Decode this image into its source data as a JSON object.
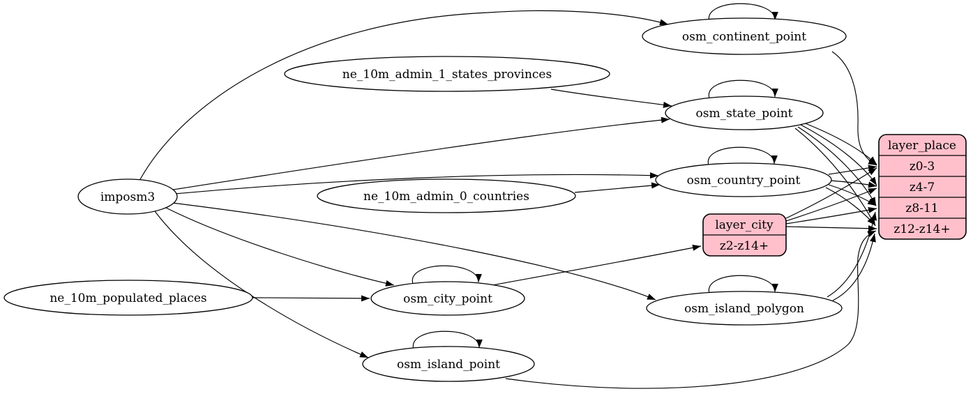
{
  "colors": {
    "background": "#ffffff",
    "node_fill": "#ffffff",
    "node_stroke": "#000000",
    "record_fill": "#ffc0cb",
    "record_stroke": "#000000",
    "edge": "#000000",
    "text": "#000000"
  },
  "nodes": {
    "imposm3": {
      "label": "imposm3"
    },
    "ne_10m_admin_1_states_provinces": {
      "label": "ne_10m_admin_1_states_provinces"
    },
    "ne_10m_admin_0_countries": {
      "label": "ne_10m_admin_0_countries"
    },
    "ne_10m_populated_places": {
      "label": "ne_10m_populated_places"
    },
    "osm_continent_point": {
      "label": "osm_continent_point"
    },
    "osm_state_point": {
      "label": "osm_state_point"
    },
    "osm_country_point": {
      "label": "osm_country_point"
    },
    "osm_city_point": {
      "label": "osm_city_point"
    },
    "osm_island_point": {
      "label": "osm_island_point"
    },
    "osm_island_polygon": {
      "label": "osm_island_polygon"
    }
  },
  "records": {
    "layer_city": {
      "title": "layer_city",
      "fields": [
        "z2-z14+"
      ]
    },
    "layer_place": {
      "title": "layer_place",
      "fields": [
        "z0-3",
        "z4-7",
        "z8-11",
        "z12-z14+"
      ]
    }
  },
  "edges": [
    {
      "from": "imposm3",
      "to": "osm_continent_point"
    },
    {
      "from": "imposm3",
      "to": "osm_state_point"
    },
    {
      "from": "imposm3",
      "to": "osm_country_point"
    },
    {
      "from": "imposm3",
      "to": "osm_city_point"
    },
    {
      "from": "imposm3",
      "to": "osm_island_point"
    },
    {
      "from": "imposm3",
      "to": "osm_island_polygon"
    },
    {
      "from": "ne_10m_admin_1_states_provinces",
      "to": "osm_state_point"
    },
    {
      "from": "ne_10m_admin_0_countries",
      "to": "osm_country_point"
    },
    {
      "from": "ne_10m_populated_places",
      "to": "osm_city_point"
    },
    {
      "from": "osm_continent_point",
      "to": "osm_continent_point"
    },
    {
      "from": "osm_state_point",
      "to": "osm_state_point"
    },
    {
      "from": "osm_country_point",
      "to": "osm_country_point"
    },
    {
      "from": "osm_city_point",
      "to": "osm_city_point"
    },
    {
      "from": "osm_island_point",
      "to": "osm_island_point"
    },
    {
      "from": "osm_island_polygon",
      "to": "osm_island_polygon"
    },
    {
      "from": "osm_continent_point",
      "to": "layer_place",
      "field": "z0-3"
    },
    {
      "from": "osm_state_point",
      "to": "layer_place",
      "field": "z0-3"
    },
    {
      "from": "osm_state_point",
      "to": "layer_place",
      "field": "z4-7"
    },
    {
      "from": "osm_state_point",
      "to": "layer_place",
      "field": "z8-11"
    },
    {
      "from": "osm_state_point",
      "to": "layer_place",
      "field": "z12-z14+"
    },
    {
      "from": "osm_country_point",
      "to": "layer_place",
      "field": "z0-3"
    },
    {
      "from": "osm_country_point",
      "to": "layer_place",
      "field": "z4-7"
    },
    {
      "from": "osm_country_point",
      "to": "layer_place",
      "field": "z8-11"
    },
    {
      "from": "osm_country_point",
      "to": "layer_place",
      "field": "z12-z14+"
    },
    {
      "from": "osm_city_point",
      "to": "layer_city",
      "field": "z2-z14+"
    },
    {
      "from": "layer_city",
      "to": "layer_place",
      "field": "z0-3"
    },
    {
      "from": "layer_city",
      "to": "layer_place",
      "field": "z4-7"
    },
    {
      "from": "layer_city",
      "to": "layer_place",
      "field": "z8-11"
    },
    {
      "from": "layer_city",
      "to": "layer_place",
      "field": "z12-z14+"
    },
    {
      "from": "osm_island_polygon",
      "to": "layer_place",
      "field": "z8-11"
    },
    {
      "from": "osm_island_polygon",
      "to": "layer_place",
      "field": "z12-z14+"
    },
    {
      "from": "osm_island_point",
      "to": "layer_place",
      "field": "z12-z14+"
    }
  ]
}
